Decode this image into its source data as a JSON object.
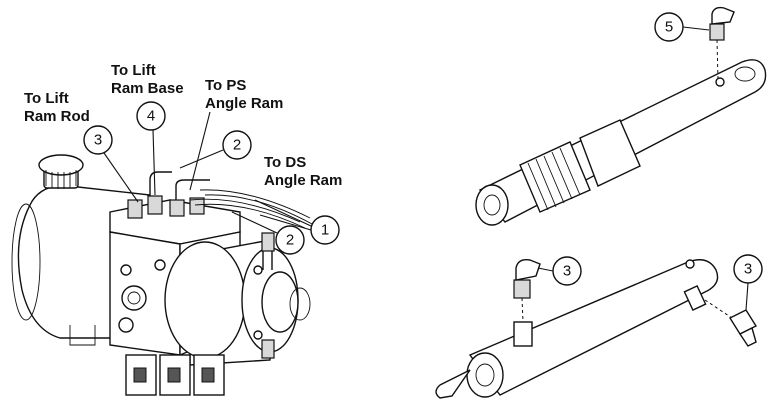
{
  "labels": {
    "lift_ram_rod": [
      "To Lift",
      "Ram Rod"
    ],
    "lift_ram_base": [
      "To Lift",
      "Ram Base"
    ],
    "ps_angle_ram": [
      "To PS",
      "Angle Ram"
    ],
    "ds_angle_ram": [
      "To DS",
      "Angle Ram"
    ]
  },
  "callouts": {
    "c1": "1",
    "c2_top": "2",
    "c2_bottom": "2",
    "c3_pump": "3",
    "c4": "4",
    "c5": "5",
    "c3_angle_elbow": "3",
    "c3_angle_side": "3"
  }
}
